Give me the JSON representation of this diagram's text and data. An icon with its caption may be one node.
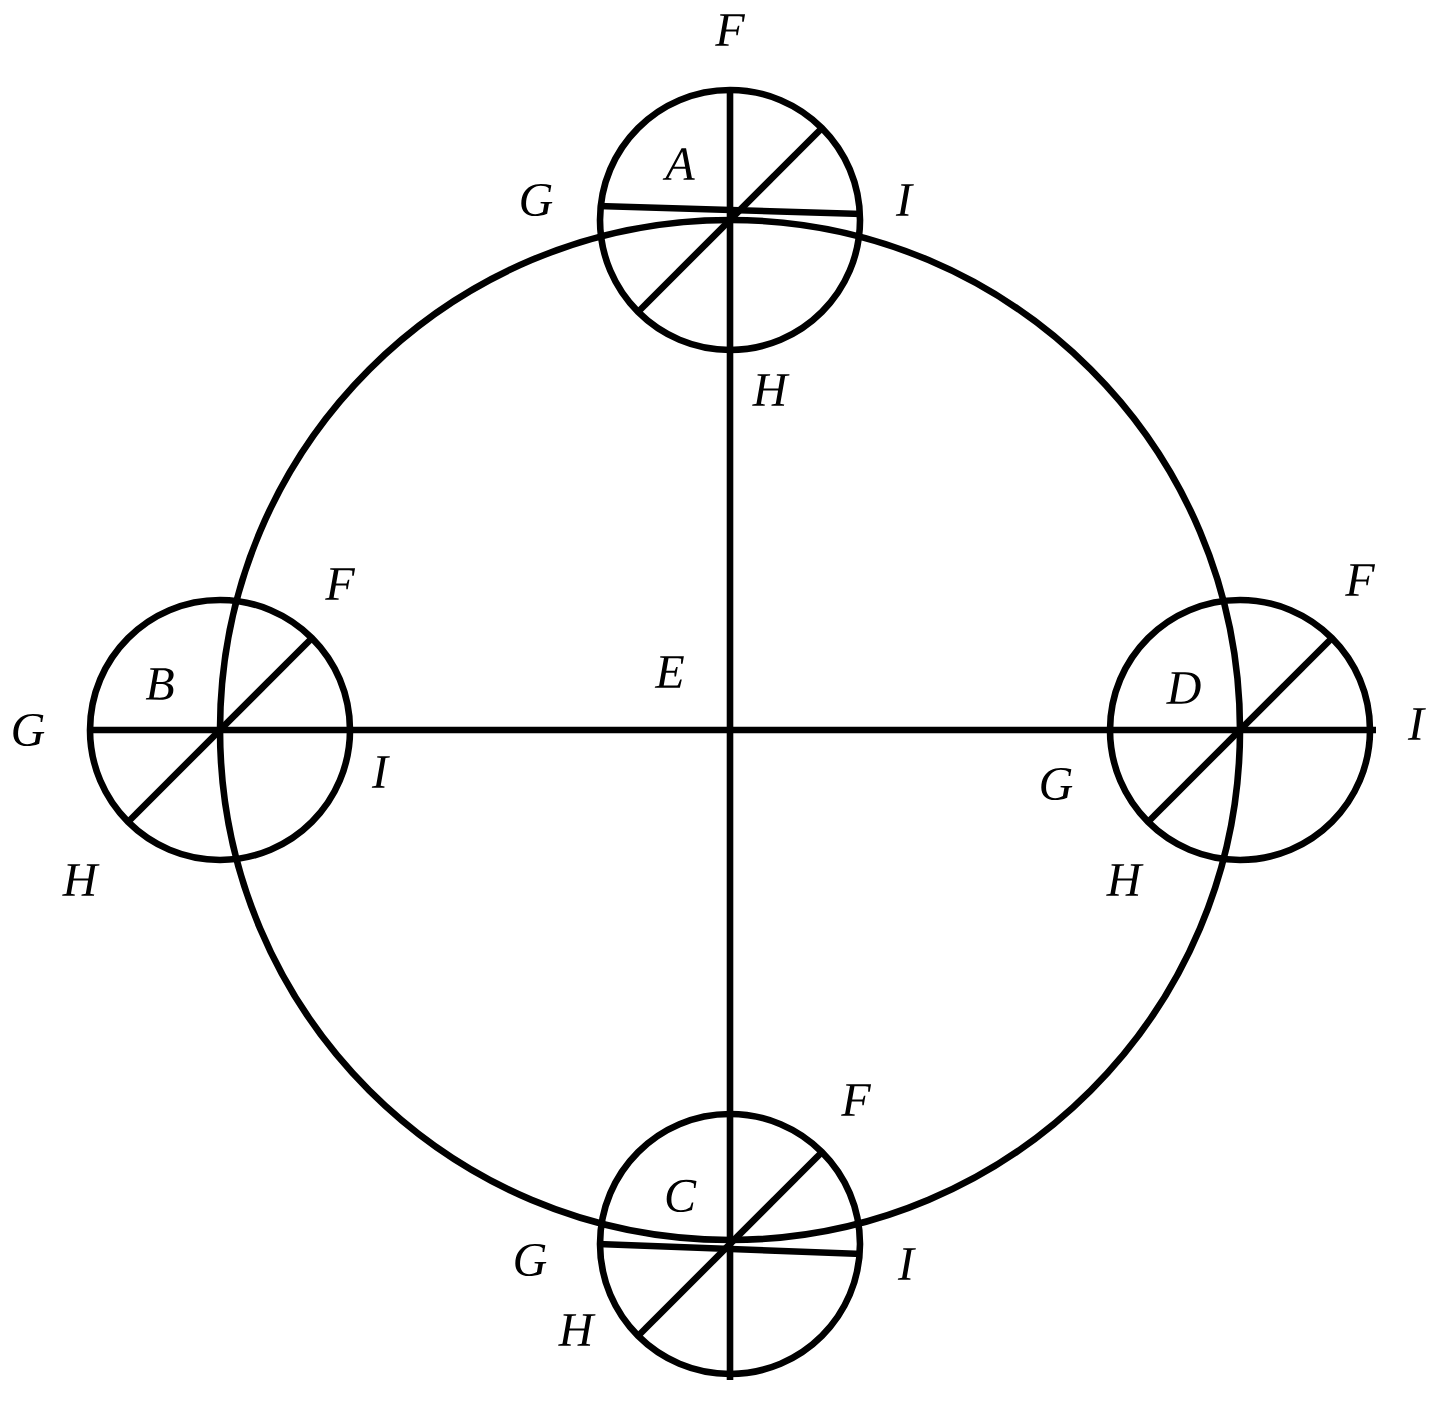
{
  "diagram": {
    "labels": [
      "F",
      "A",
      "G",
      "I",
      "H",
      "F",
      "F",
      "B",
      "E",
      "D",
      "G",
      "I",
      "G",
      "I",
      "H",
      "H",
      "F",
      "C",
      "G",
      "I",
      "H"
    ]
  }
}
